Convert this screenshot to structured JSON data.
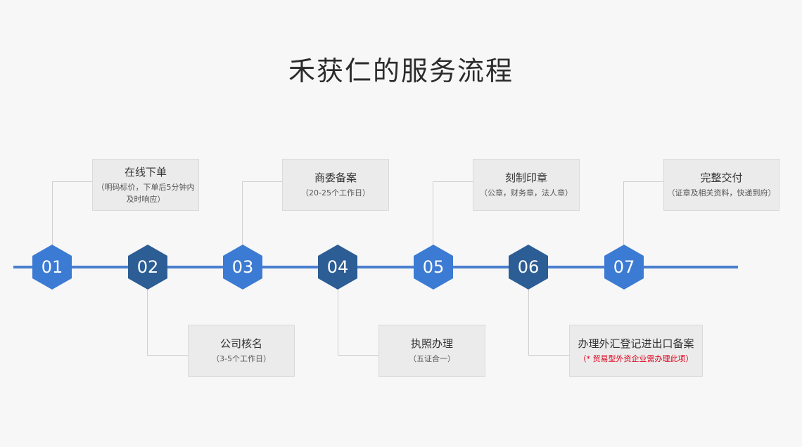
{
  "title": "禾获仁的服务流程",
  "steps": [
    {
      "num": "01",
      "title": "在线下单",
      "note": "（明码标价，下单后5分钟内及时响应）"
    },
    {
      "num": "02",
      "title": "公司核名",
      "note": "（3-5个工作日）"
    },
    {
      "num": "03",
      "title": "商委备案",
      "note": "（20-25个工作日）"
    },
    {
      "num": "04",
      "title": "执照办理",
      "note": "（五证合一）"
    },
    {
      "num": "05",
      "title": "刻制印章",
      "note": "（公章，财务章，法人章）"
    },
    {
      "num": "06",
      "title": "办理外汇登记进出口备案",
      "note": "（* 贸易型外资企业需办理此项）"
    },
    {
      "num": "07",
      "title": "完整交付",
      "note": "（证章及相关资料，快递到府）"
    }
  ],
  "colors": {
    "hex_light": "#3c7bd3",
    "hex_dark": "#2c5d94",
    "timeline": "#4a7fcf",
    "note_highlight": "#e0001b"
  }
}
